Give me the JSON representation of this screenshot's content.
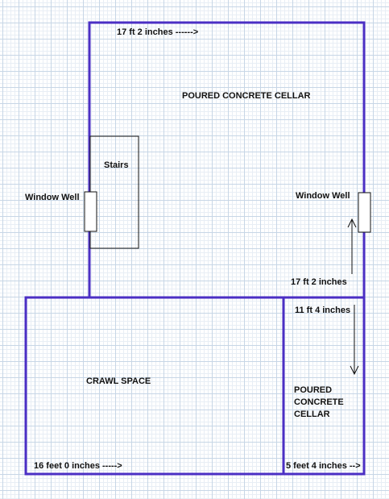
{
  "colors": {
    "wall": "#4b2fc4",
    "fixture": "#111111",
    "grid_major": "#c7d6e6",
    "grid_minor": "#e8eef5"
  },
  "labels": {
    "top_width": "17 ft 2 inches ------>",
    "upper_cellar": "POURED CONCRETE CELLAR",
    "stairs": "Stairs",
    "window_well_left": "Window Well",
    "window_well_right": "Window Well",
    "right_depth": "17 ft 2 inches",
    "lower_right_depth": "11 ft 4 inches",
    "crawl_space": "CRAWL SPACE",
    "lower_cellar": [
      "POURED",
      "CONCRETE",
      "CELLAR"
    ],
    "bottom_left_width": "16 feet 0 inches ----->",
    "bottom_right_width": "5 feet 4 inches -->"
  }
}
